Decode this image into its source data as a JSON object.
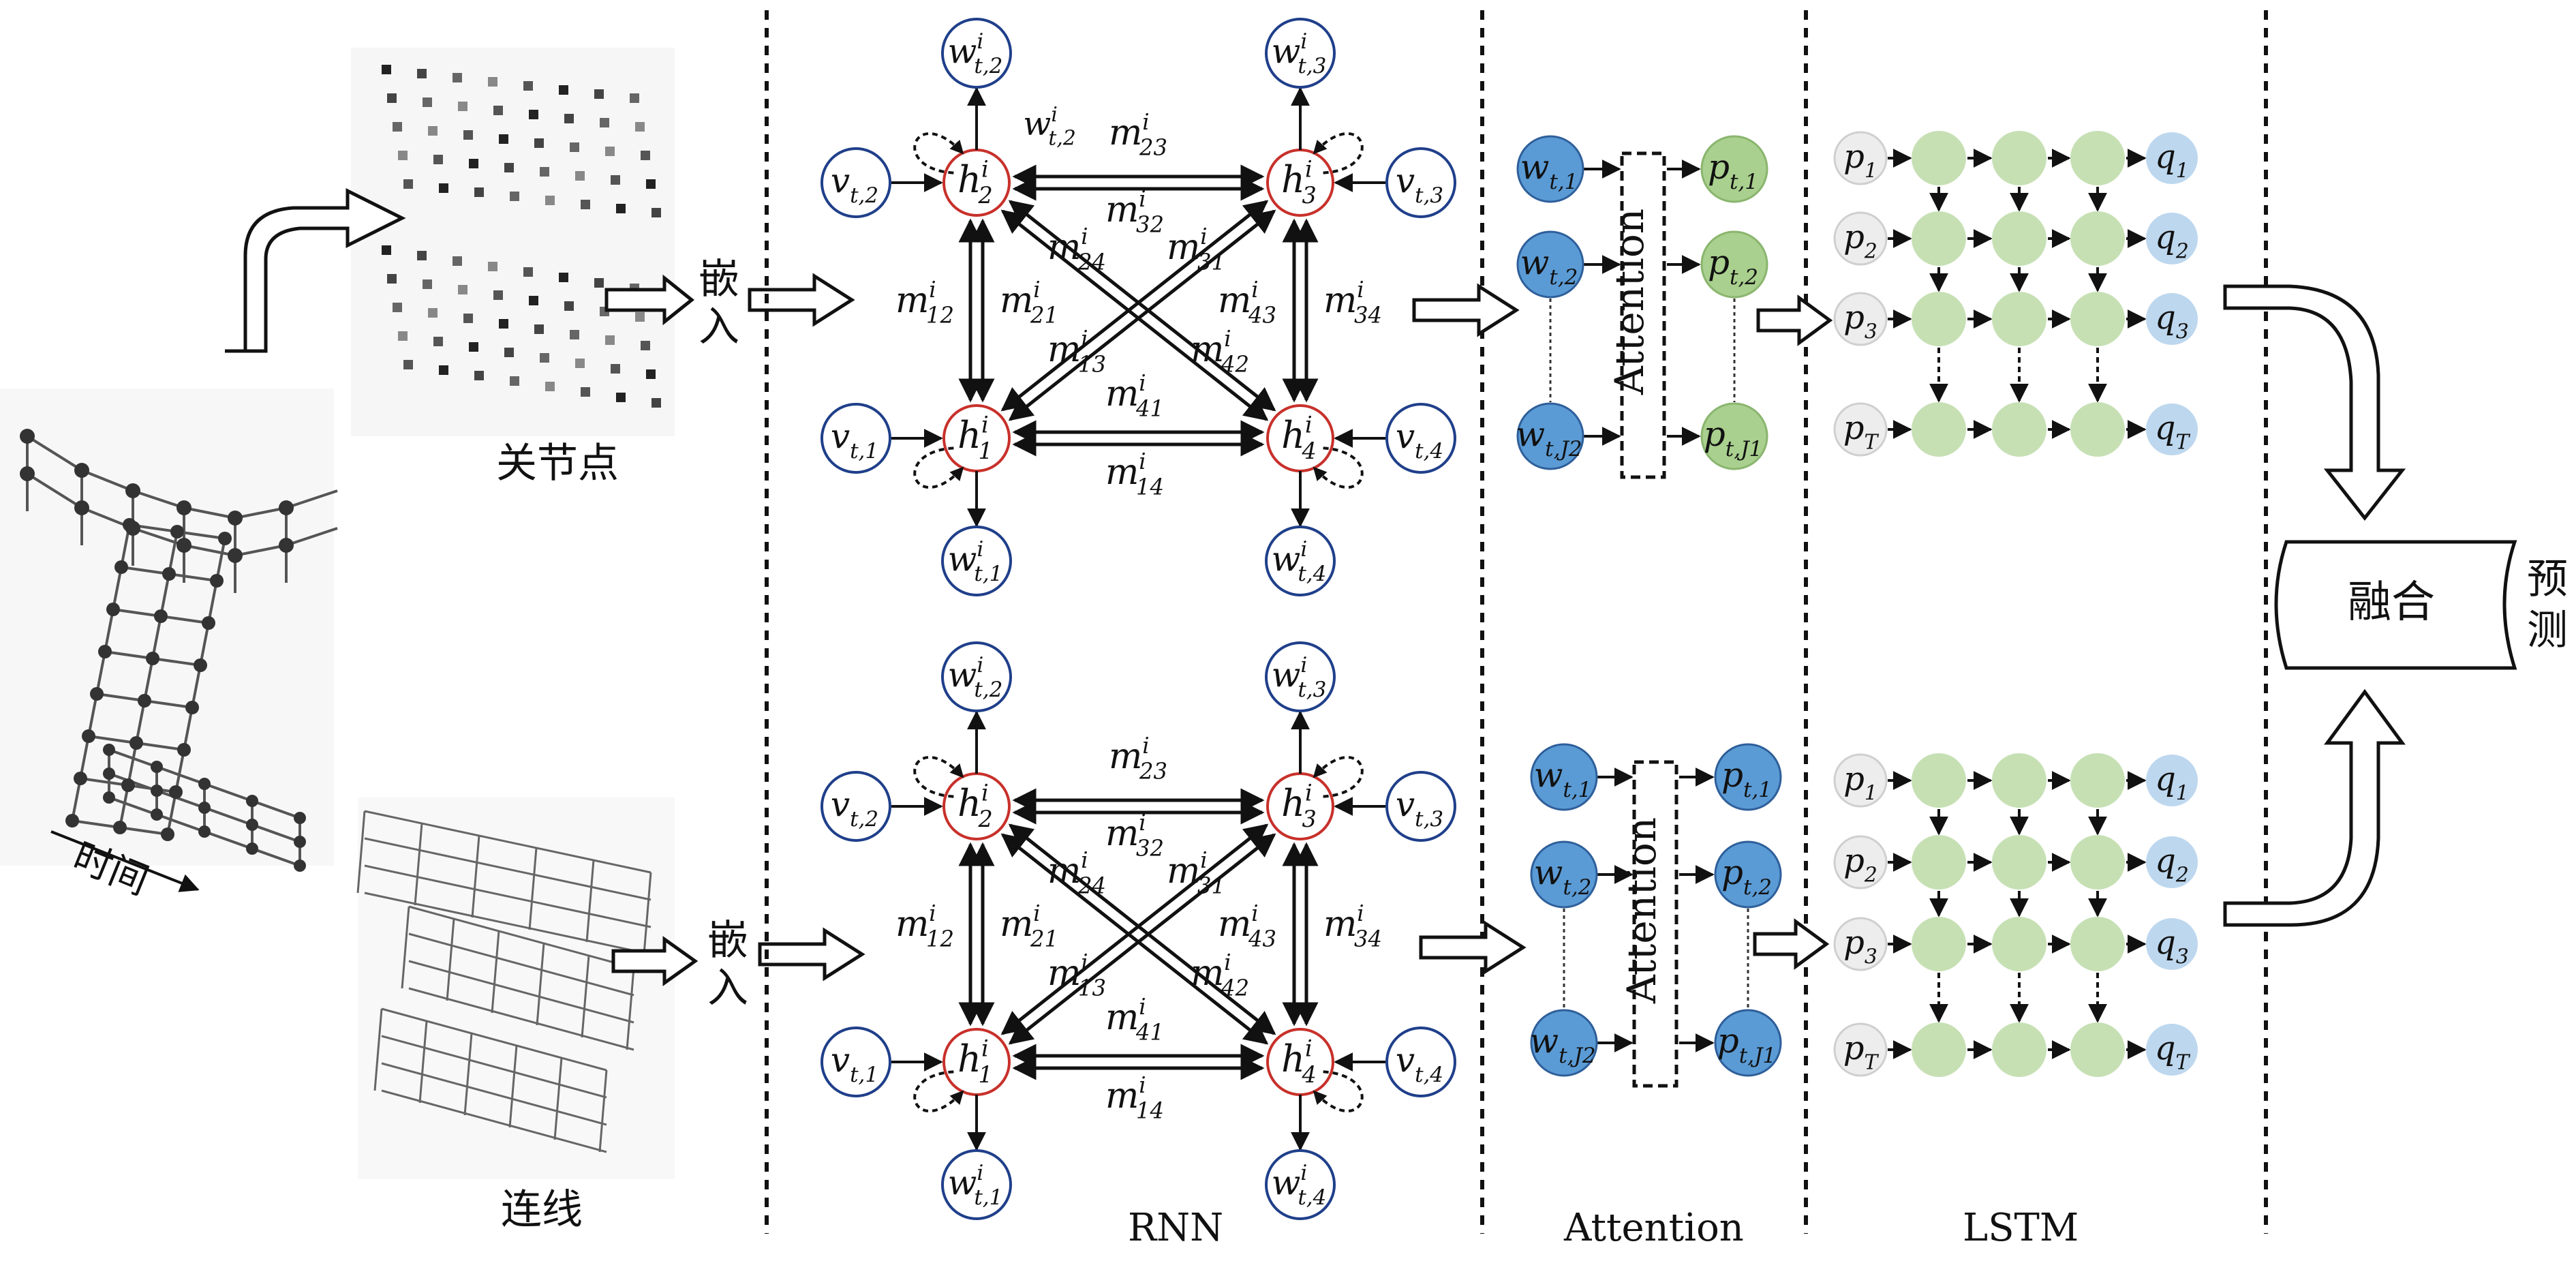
{
  "input_labels": {
    "joint_points": "关节点",
    "connections": "连线",
    "time": "时间",
    "embed": "嵌入"
  },
  "section_titles": {
    "rnn": "RNN",
    "attention": "Attention",
    "lstm": "LSTM"
  },
  "rnn_block": {
    "hidden_nodes": [
      "h",
      "h",
      "h",
      "h"
    ],
    "hidden_subscripts": [
      "2",
      "3",
      "1",
      "4"
    ],
    "hidden_superscript": "i",
    "input_nodes": [
      "v",
      "v",
      "v",
      "v"
    ],
    "input_subscripts": [
      "t,2",
      "t,3",
      "t,1",
      "t,4"
    ],
    "output_nodes": [
      "w",
      "w",
      "w",
      "w"
    ],
    "output_subscripts": [
      "t,2",
      "t,3",
      "t,1",
      "t,4"
    ],
    "self_loop_weight": "w",
    "self_loop_weight_sub": "t,2",
    "messages": {
      "m23": "m",
      "m23_sub": "23",
      "m32": "m",
      "m32_sub": "32",
      "m24": "m",
      "m24_sub": "24",
      "m31": "m",
      "m31_sub": "31",
      "m12": "m",
      "m12_sub": "12",
      "m21": "m",
      "m21_sub": "21",
      "m13": "m",
      "m13_sub": "13",
      "m42": "m",
      "m42_sub": "42",
      "m43": "m",
      "m43_sub": "43",
      "m34": "m",
      "m34_sub": "34",
      "m41": "m",
      "m41_sub": "41",
      "m14": "m",
      "m14_sub": "14"
    }
  },
  "attention_block": {
    "label": "Attention",
    "inputs": [
      "w",
      "w",
      "w"
    ],
    "input_subscripts": [
      "t,1",
      "t,2",
      "t,J2"
    ],
    "outputs": [
      "p",
      "p",
      "p"
    ],
    "output_subscripts": [
      "t,1",
      "t,2",
      "t,J1"
    ]
  },
  "lstm_block": {
    "inputs": [
      "p",
      "p",
      "p",
      "p"
    ],
    "input_subscripts": [
      "1",
      "2",
      "3",
      "T"
    ],
    "outputs": [
      "q",
      "q",
      "q",
      "q"
    ],
    "output_subscripts": [
      "1",
      "2",
      "3",
      "T"
    ]
  },
  "fusion": {
    "label": "融合",
    "output_label": "预测"
  },
  "colors": {
    "hidden_border": "#c8302a",
    "node_border": "#1f3f8a",
    "blue_fill": "#5b9bd5",
    "blue_border": "#2e5f9a",
    "green_fill": "#a9d08e",
    "lstm_green": "#c6e0b4",
    "q_fill": "#bdd7ee",
    "p_fill": "#ededed"
  }
}
